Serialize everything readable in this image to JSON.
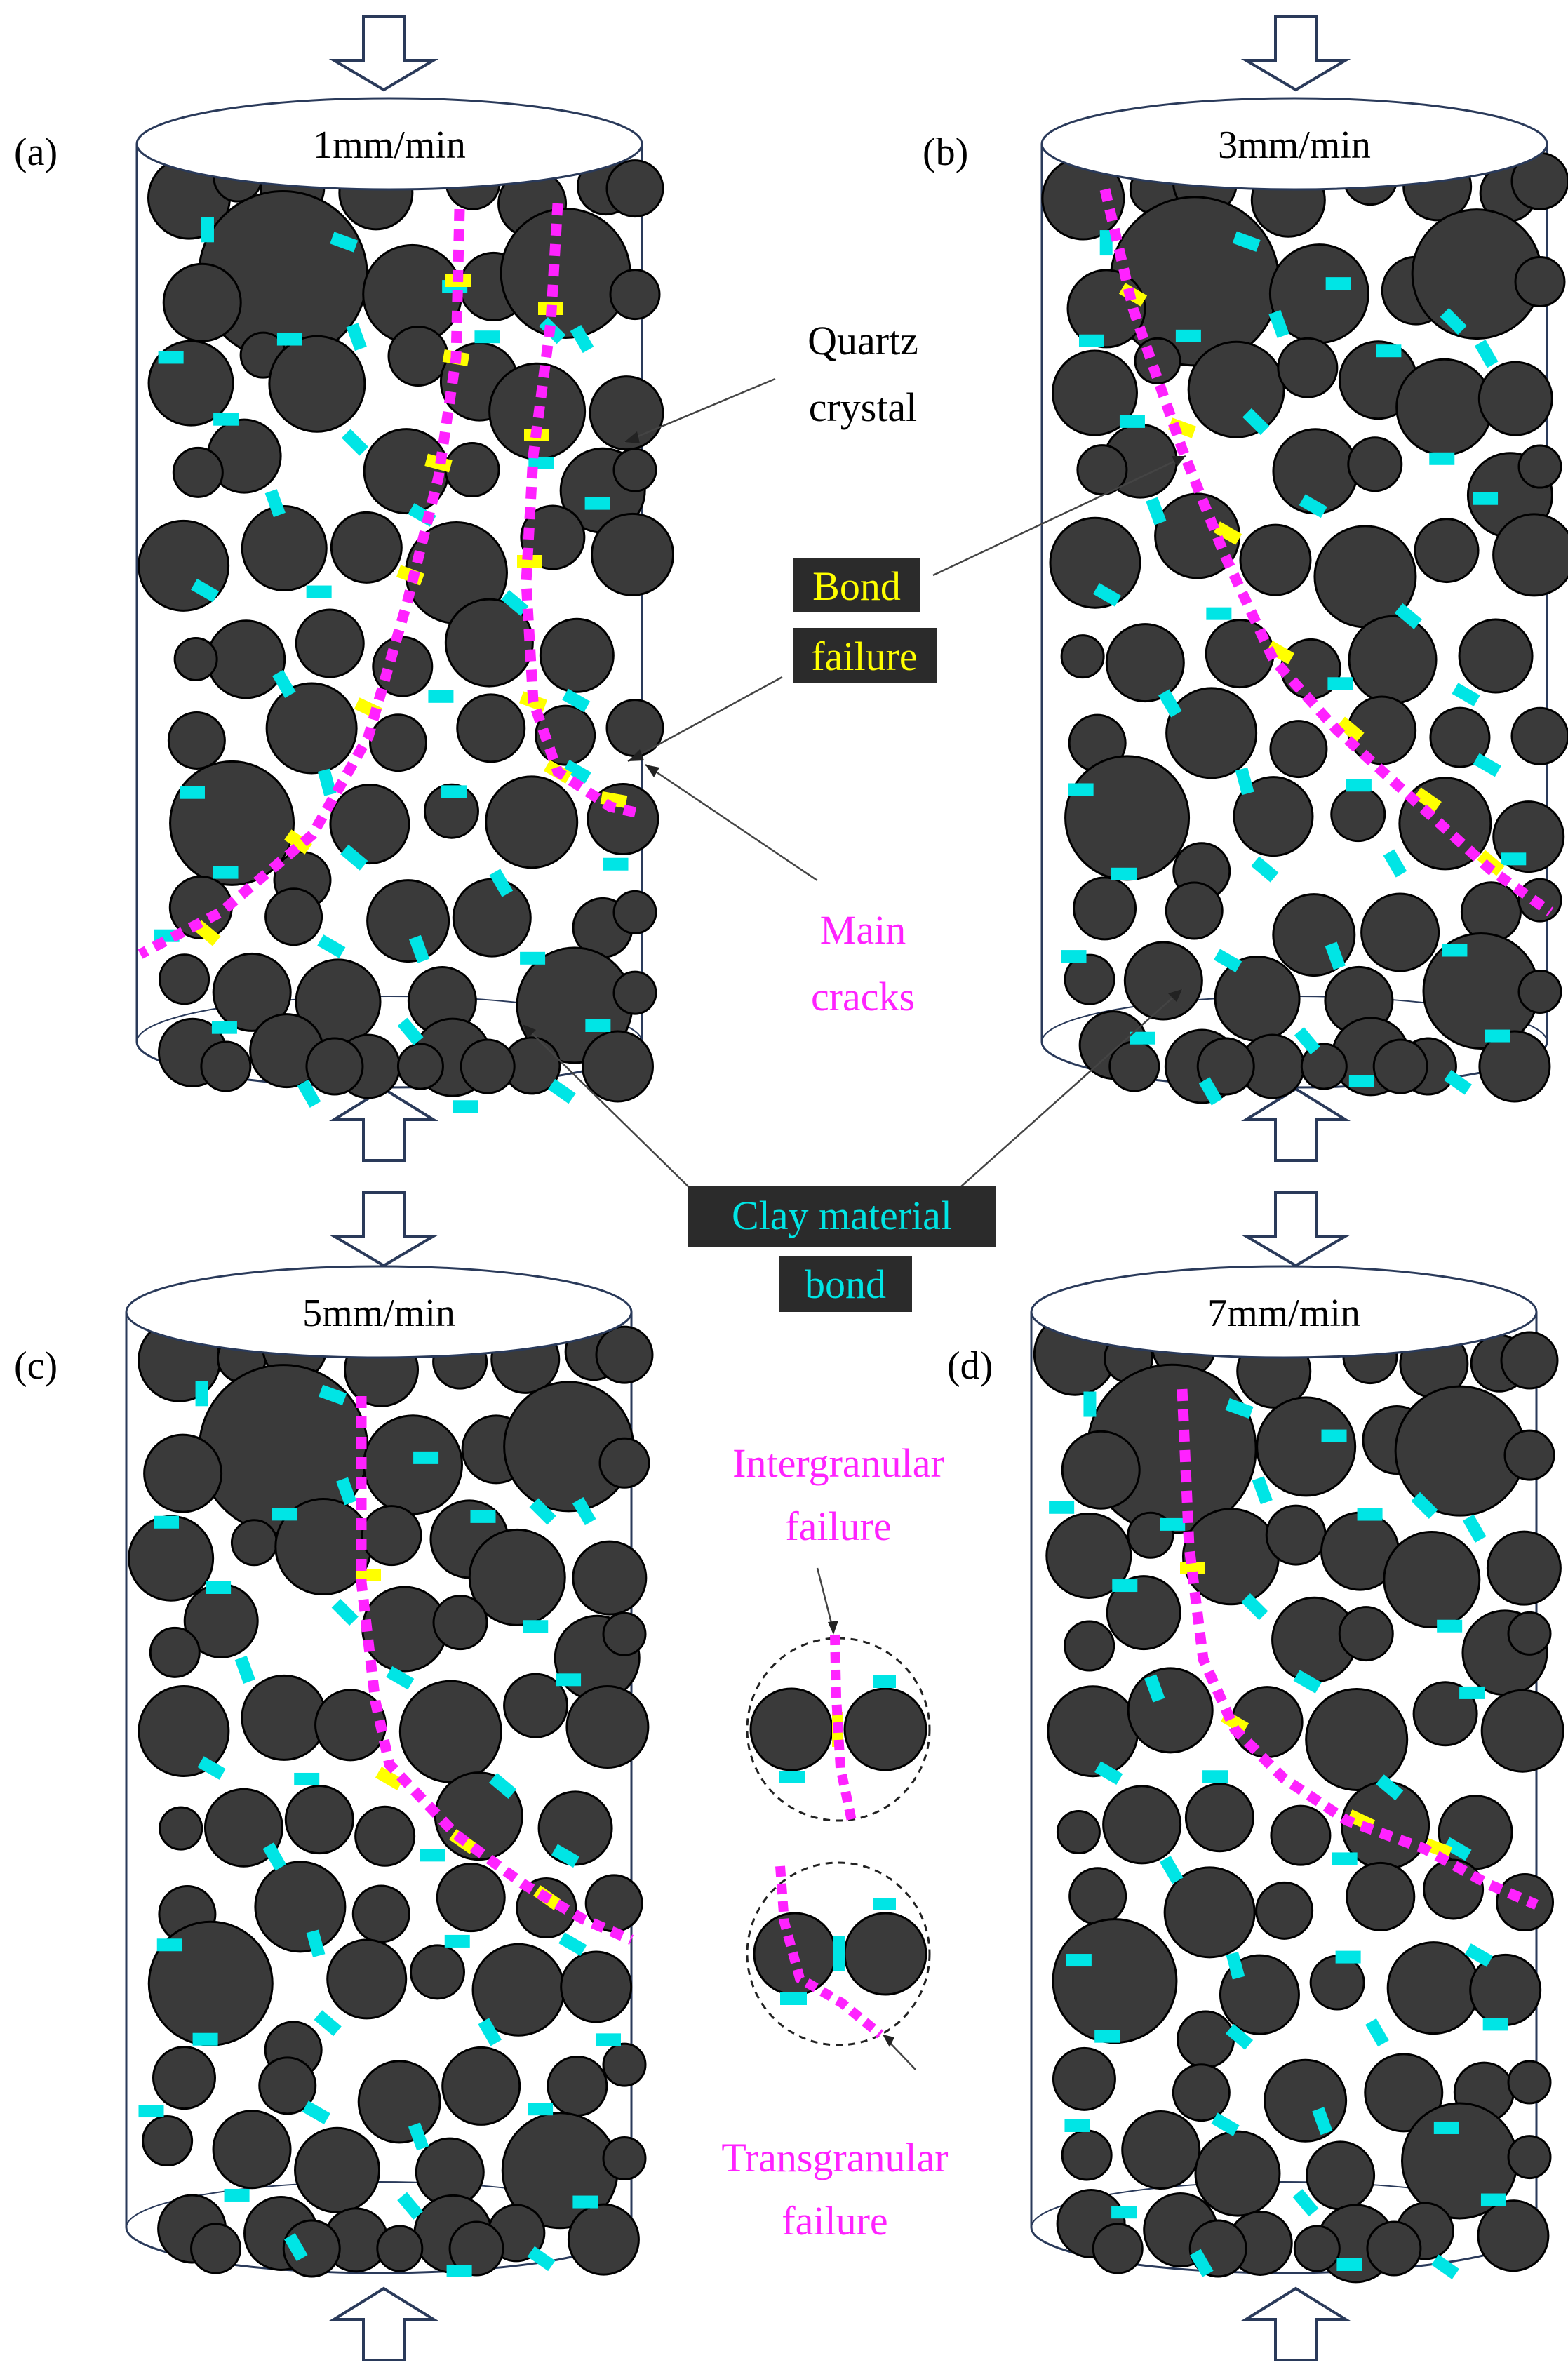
{
  "panels": [
    {
      "id": "a",
      "tag": "(a)",
      "speed": "1mm/min"
    },
    {
      "id": "b",
      "tag": "(b)",
      "speed": "3mm/min"
    },
    {
      "id": "c",
      "tag": "(c)",
      "speed": "5mm/min"
    },
    {
      "id": "d",
      "tag": "(d)",
      "speed": "7mm/min"
    }
  ],
  "labels": {
    "quartz_line1": "Quartz",
    "quartz_line2": "crystal",
    "bond_failure_line1": "Bond",
    "bond_failure_line2": "failure",
    "main_cracks_line1": "Main",
    "main_cracks_line2": "cracks",
    "clay_line1": "Clay material",
    "clay_line2": "bond",
    "intergranular_line1": "Intergranular",
    "intergranular_line2": "failure",
    "transgranular_line1": "Transgranular",
    "transgranular_line2": "failure"
  },
  "colors": {
    "grain": "#3a3a3a",
    "clay_bond": "#00e5e5",
    "bond_failure": "#ffff00",
    "crack": "#ff22ff",
    "outline": "#2a3a5a",
    "label_box": "#2b2b2b",
    "black_text": "#000000"
  }
}
